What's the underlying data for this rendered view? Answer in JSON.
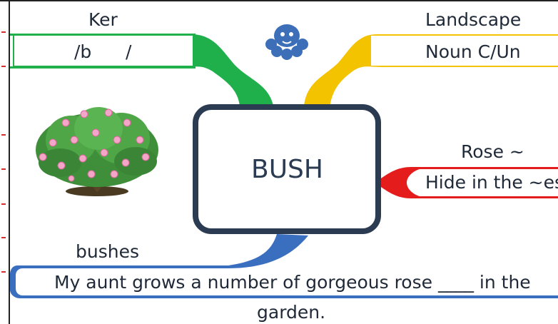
{
  "central_topic": "BUSH",
  "branches": {
    "green": {
      "line1": "Ker",
      "line2": "/b      /",
      "color": "#1fb04c"
    },
    "yellow": {
      "line1": "Landscape",
      "line2": "Noun C/Un",
      "color": "#f3c300"
    },
    "red": {
      "line1": "Rose ~",
      "line2": "Hide in the ~es",
      "color": "#e51c1c"
    },
    "blue": {
      "line1": "bushes",
      "sentence_line1": "My aunt grows a number of gorgeous rose ____ in the",
      "sentence_line2": "garden.",
      "color": "#3a6fbf"
    }
  },
  "colors": {
    "center_border": "#2b3b52",
    "octopus": "#3c6fb8"
  },
  "icons": {
    "mascot": "octopus-icon",
    "picture": "flowering-bush-illustration"
  }
}
